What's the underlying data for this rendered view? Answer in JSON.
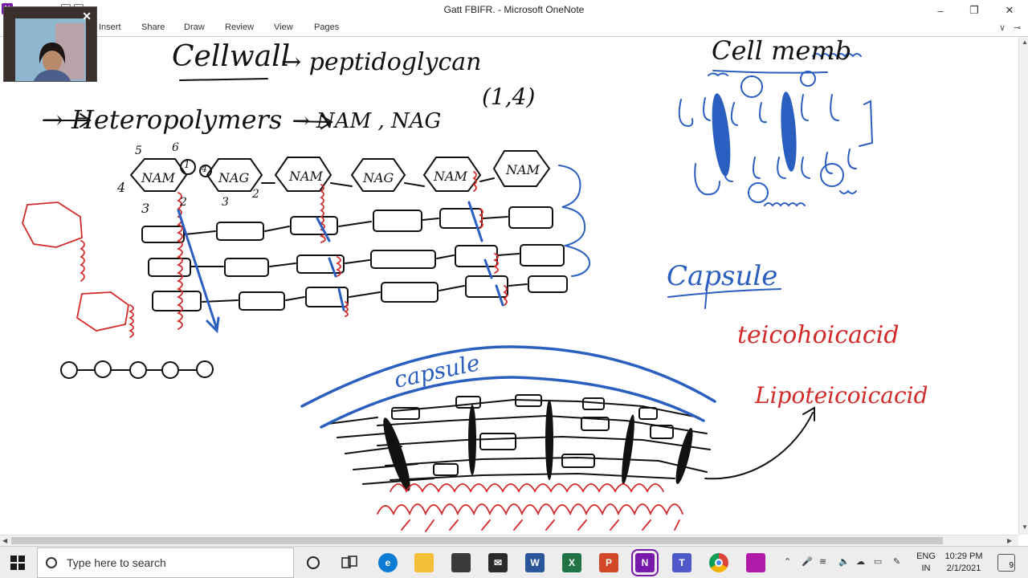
{
  "window": {
    "title": "Gatt FBIFR. - Microsoft OneNote",
    "app_badge": "N",
    "minimize": "–",
    "restore": "❐",
    "close": "✕"
  },
  "ribbon": {
    "tabs": [
      "Insert",
      "Share",
      "Draw",
      "Review",
      "View",
      "Pages"
    ],
    "chevron": "∨",
    "pin": "⊸"
  },
  "webcam": {
    "close": "✕"
  },
  "notes": {
    "cellwall": "Cellwall",
    "peptidoglycan": "→ peptidoglycan",
    "heteropolymers": "→ Heteropolymers",
    "arrow_nam": "→ NAM , NAG",
    "bond": "(1,4)",
    "cell_memb": "Cell memb",
    "capsule": "Capsule",
    "capsule_diagram": "capsule",
    "teichoic": "teicohoicacid",
    "lipoteichoic": "Lipoteicoicacid",
    "hex_labels": [
      "NAM",
      "NAG",
      "NAM",
      "NAG",
      "NAM",
      "NAM"
    ],
    "numbers": [
      "5",
      "6",
      "4",
      "3",
      "2",
      "3",
      "2",
      "1",
      "4"
    ]
  },
  "taskbar": {
    "search_placeholder": "Type here to search",
    "apps": [
      "cortana",
      "task-view",
      "edge",
      "file-explorer",
      "store",
      "mail",
      "word",
      "excel",
      "powerpoint",
      "onenote",
      "teams",
      "chrome",
      "media"
    ],
    "app_letters": {
      "word": "W",
      "excel": "X",
      "powerpoint": "P",
      "onenote": "N",
      "teams": "T"
    },
    "lang_line1": "ENG",
    "lang_line2": "IN",
    "time": "10:29 PM",
    "date": "2/1/2021",
    "notification_count": "9"
  },
  "colors": {
    "ink_black": "#111111",
    "ink_red": "#d32a2a",
    "ink_blue": "#2b5fbf",
    "onenote_purple": "#7719aa"
  }
}
